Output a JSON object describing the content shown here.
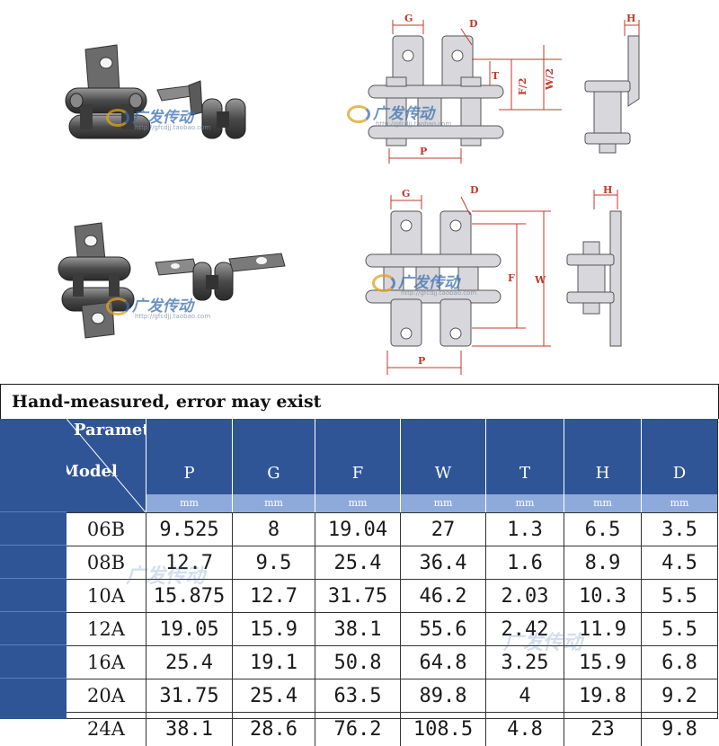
{
  "watermark": {
    "brand": "广发传动",
    "url": "http://gfcdjj.taobao.com"
  },
  "diagram": {
    "top": {
      "labels": {
        "g": "G",
        "d": "D",
        "t": "T",
        "f_half": "F/2",
        "w_half": "W/2",
        "p": "P",
        "h": "H"
      }
    },
    "bottom": {
      "labels": {
        "g": "G",
        "d": "D",
        "f": "F",
        "w": "W",
        "p": "P",
        "h": "H"
      }
    }
  },
  "table": {
    "caption": "Hand-measured, error may exist",
    "corner_top": "Parameters",
    "corner_bottom": "Model",
    "columns": [
      {
        "name": "P",
        "unit": "mm"
      },
      {
        "name": "G",
        "unit": "mm"
      },
      {
        "name": "F",
        "unit": "mm"
      },
      {
        "name": "W",
        "unit": "mm"
      },
      {
        "name": "T",
        "unit": "mm"
      },
      {
        "name": "H",
        "unit": "mm"
      },
      {
        "name": "D",
        "unit": "mm"
      }
    ],
    "rows": [
      {
        "model": "06B",
        "values": [
          "9.525",
          "8",
          "19.04",
          "27",
          "1.3",
          "6.5",
          "3.5"
        ]
      },
      {
        "model": "08B",
        "values": [
          "12.7",
          "9.5",
          "25.4",
          "36.4",
          "1.6",
          "8.9",
          "4.5"
        ]
      },
      {
        "model": "10A",
        "values": [
          "15.875",
          "12.7",
          "31.75",
          "46.2",
          "2.03",
          "10.3",
          "5.5"
        ]
      },
      {
        "model": "12A",
        "values": [
          "19.05",
          "15.9",
          "38.1",
          "55.6",
          "2.42",
          "11.9",
          "5.5"
        ]
      },
      {
        "model": "16A",
        "values": [
          "25.4",
          "19.1",
          "50.8",
          "64.8",
          "3.25",
          "15.9",
          "6.8"
        ]
      },
      {
        "model": "20A",
        "values": [
          "31.75",
          "25.4",
          "63.5",
          "89.8",
          "4",
          "19.8",
          "9.2"
        ]
      },
      {
        "model": "24A",
        "values": [
          "38.1",
          "28.6",
          "76.2",
          "108.5",
          "4.8",
          "23",
          "9.8"
        ]
      }
    ]
  }
}
